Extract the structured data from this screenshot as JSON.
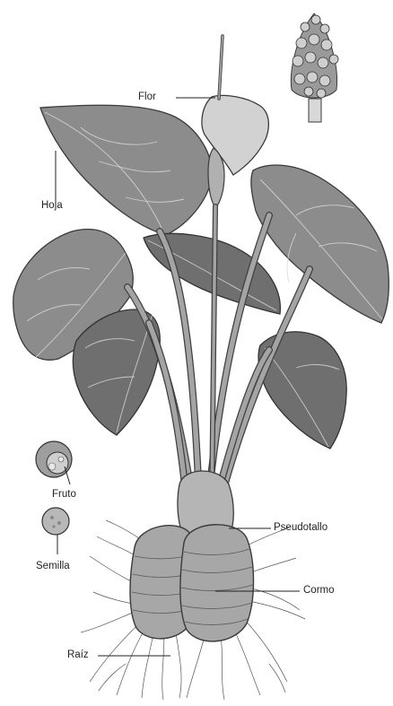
{
  "labels": {
    "flor": "Flor",
    "hoja": "Hoja",
    "fruto": "Fruto",
    "semilla": "Semilla",
    "pseudotallo": "Pseudotallo",
    "cormo": "Cormo",
    "raiz": "Raíz"
  },
  "colors": {
    "leaf": "#8c8c8c",
    "outline": "#3a3a3a",
    "corm": "#a7a7a7",
    "label_text": "#222222"
  }
}
